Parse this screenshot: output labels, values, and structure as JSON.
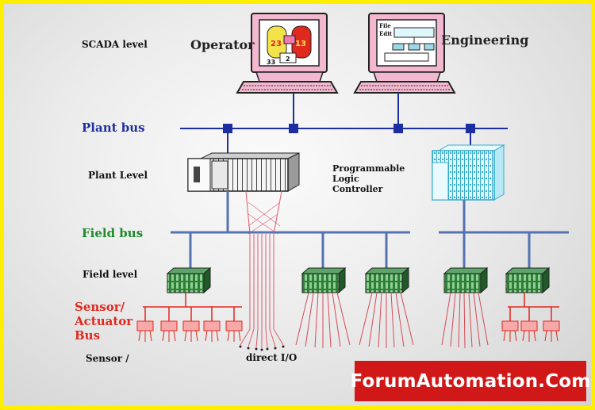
{
  "labels": {
    "scada_level": "SCADA level",
    "operator": "Operator",
    "engineering": "Engineering",
    "plant_bus": "Plant bus",
    "plant_level": "Plant Level",
    "plc": "Programmable Logic Controller",
    "field_bus": "Field bus",
    "field_level": "Field level",
    "sensor_actuator_bus": "Sensor/ Actuator Bus",
    "sensor": "Sensor /",
    "direct_io": "direct I/O"
  },
  "operator_screen": {
    "tank1": "23",
    "tank2": "13",
    "num_left": "33",
    "num_mid": "2"
  },
  "engineering_screen": {
    "menu1": "File",
    "menu2": "Edit"
  },
  "watermark": "ForumAutomation.Com",
  "colors": {
    "plant_bus": "#1d2fa0",
    "field_bus": "#5573b0",
    "sensor_bus": "#e0281e",
    "terminal_pink": "#f2b8d0",
    "module_green": "#2f7d3a",
    "watermark_bg": "#d01818",
    "border": "#ffee00"
  }
}
